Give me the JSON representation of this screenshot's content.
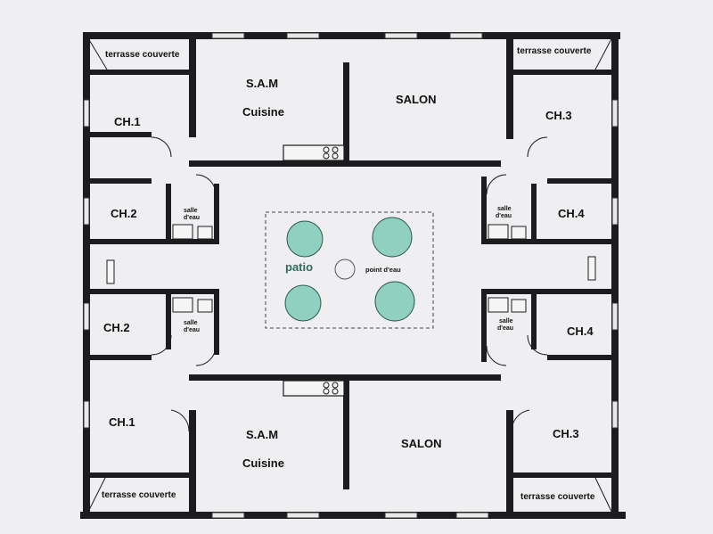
{
  "plan": {
    "paper_color": "#efeff1",
    "wall_color": "#1c1c1e",
    "plant_color": "#8fd0c0",
    "labels": {
      "terrasse": "terrasse couverte",
      "sam": "S.A.M",
      "cuisine": "Cuisine",
      "salon": "SALON",
      "ch1": "CH.1",
      "ch2": "CH.2",
      "ch3": "CH.3",
      "ch4": "CH.4",
      "salle": "salle",
      "deau": "d'eau",
      "patio": "patio",
      "point_eau": "point d'eau"
    }
  }
}
